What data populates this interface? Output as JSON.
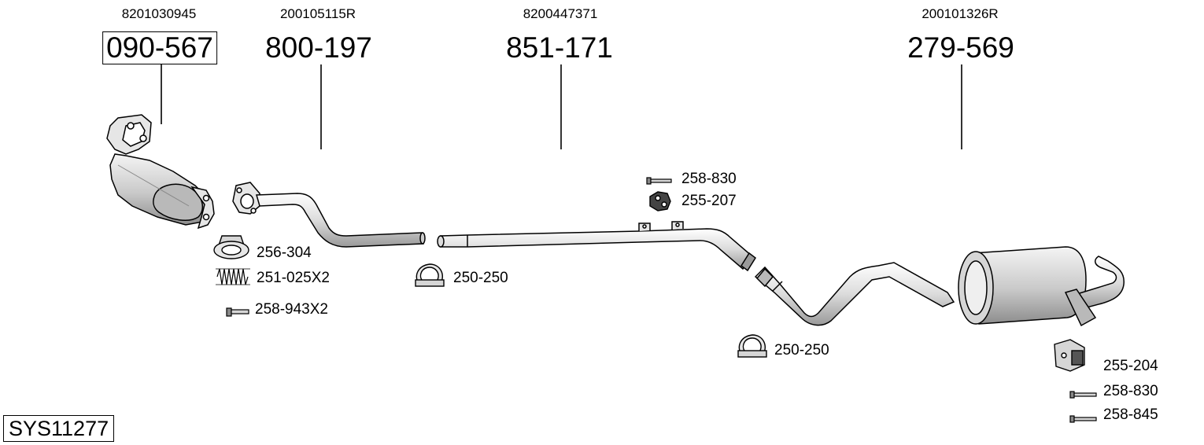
{
  "system": {
    "code": "SYS11277"
  },
  "main_parts": [
    {
      "oem": "8201030945",
      "number": "090-567"
    },
    {
      "oem": "200105115R",
      "number": "800-197"
    },
    {
      "oem": "8200447371",
      "number": "851-171"
    },
    {
      "oem": "200101326R",
      "number": "279-569"
    }
  ],
  "accessories": [
    {
      "number": "256-304",
      "icon": "gasket-icon"
    },
    {
      "number": "251-025X2",
      "icon": "spring-icon"
    },
    {
      "number": "258-943X2",
      "icon": "bolt-icon"
    },
    {
      "number": "250-250",
      "icon": "clamp-icon"
    },
    {
      "number": "258-830",
      "icon": "bolt-icon"
    },
    {
      "number": "255-207",
      "icon": "rubber-mount-icon"
    },
    {
      "number": "250-250",
      "icon": "clamp-icon"
    },
    {
      "number": "255-204",
      "icon": "bracket-icon"
    },
    {
      "number": "258-830",
      "icon": "bolt-icon"
    },
    {
      "number": "258-845",
      "icon": "bolt-icon"
    }
  ],
  "colors": {
    "line": "#000000",
    "part_fill": "#e6e6e6",
    "part_shade": "#b9b9b9"
  }
}
